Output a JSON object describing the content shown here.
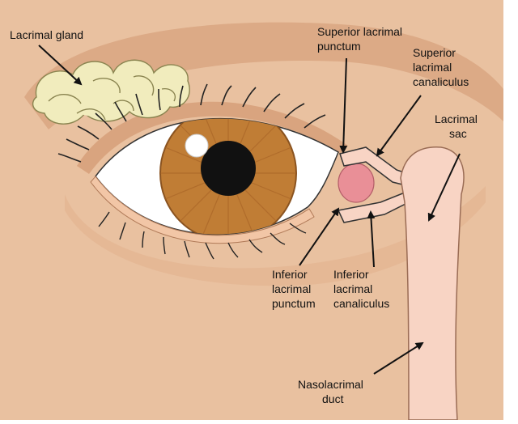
{
  "labels": {
    "lacrimal_gland": "Lacrimal gland",
    "superior_punctum": [
      "Superior lacrimal",
      "punctum"
    ],
    "superior_canaliculus": [
      "Superior",
      "lacrimal",
      "canaliculus"
    ],
    "lacrimal_sac": [
      "Lacrimal",
      "sac"
    ],
    "inferior_punctum": [
      "Inferior",
      "lacrimal",
      "punctum"
    ],
    "inferior_canaliculus": [
      "Inferior",
      "lacrimal",
      "canaliculus"
    ],
    "nasolacrimal_duct": [
      "Nasolacrimal",
      "duct"
    ]
  },
  "colors": {
    "skin": "#e9c1a0",
    "skin_shadow": "#d9a47f",
    "gland": "#f1ecbd",
    "iris": "#c07d35",
    "sac": "#f8d4c4",
    "caruncle": "#e98f97"
  }
}
